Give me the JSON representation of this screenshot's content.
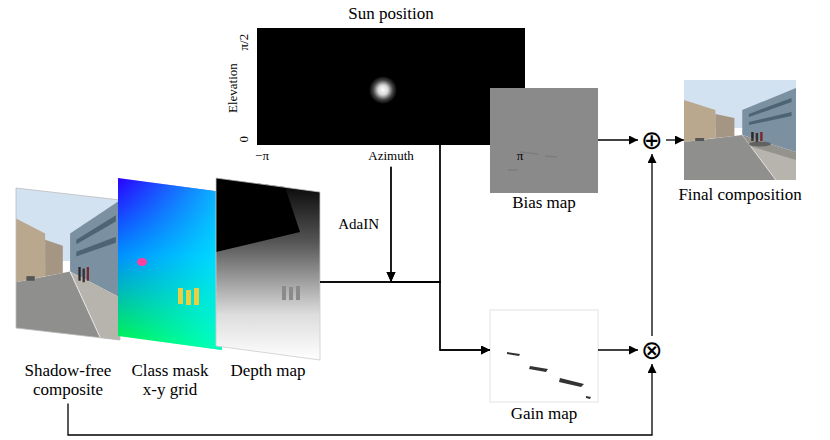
{
  "diagram": {
    "nodes": [
      {
        "text": [
          "Sun position"
        ]
      },
      {
        "text": [
          "Shadow-free composite"
        ]
      },
      {
        "text": [
          "Class mask",
          "x-y grid"
        ]
      },
      {
        "text": [
          "Depth map"
        ]
      },
      {
        "text": [
          "Bias map"
        ]
      },
      {
        "text": [
          "Gain map"
        ]
      },
      {
        "text": [
          "⊕"
        ]
      },
      {
        "text": [
          "⊗"
        ]
      },
      {
        "text": [
          "Final composition"
        ]
      }
    ],
    "edges": [
      {
        "from": 3,
        "to": 4,
        "arrow": "to"
      },
      {
        "from": 3,
        "to": 5,
        "arrow": "to"
      },
      {
        "from": 0,
        "to": 4,
        "arrow": "to",
        "label": "AdaIN"
      },
      {
        "from": 0,
        "to": 5,
        "arrow": "to"
      },
      {
        "from": 4,
        "to": 6,
        "arrow": "to"
      },
      {
        "from": 6,
        "to": 8,
        "arrow": "to"
      },
      {
        "from": 5,
        "to": 7,
        "arrow": "to"
      },
      {
        "from": 7,
        "to": 6,
        "arrow": "to"
      },
      {
        "from": 1,
        "to": 7,
        "arrow": "to"
      }
    ],
    "labels": [
      "π/2",
      "0",
      "Elevation",
      "−π",
      "Azimuth",
      "π"
    ]
  }
}
